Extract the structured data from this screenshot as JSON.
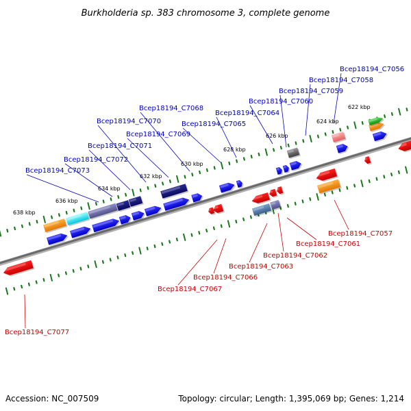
{
  "title": "Burkholderia sp. 383 chromosome 3, complete genome",
  "footer": {
    "accession": "Accession: NC_007509",
    "summary": "Topology: circular; Length: 1,395,069 bp; Genes: 1,214"
  },
  "colors": {
    "top_label": "#0000cc",
    "bottom_label": "#cc0000",
    "tick": "#1a7a1a",
    "axis": "#808080"
  },
  "kbp_labels": [
    "622 kbp",
    "624 kbp",
    "626 kbp",
    "628 kbp",
    "630 kbp",
    "632 kbp",
    "634 kbp",
    "636 kbp",
    "638 kbp"
  ],
  "top_gene_labels": [
    "Bcep18194_C7056",
    "Bcep18194_C7058",
    "Bcep18194_C7059",
    "Bcep18194_C7060",
    "Bcep18194_C7064",
    "Bcep18194_C7065",
    "Bcep18194_C7068",
    "Bcep18194_C7069",
    "Bcep18194_C7070",
    "Bcep18194_C7071",
    "Bcep18194_C7072",
    "Bcep18194_C7073"
  ],
  "bottom_gene_labels": [
    "Bcep18194_C7057",
    "Bcep18194_C7061",
    "Bcep18194_C7062",
    "Bcep18194_C7063",
    "Bcep18194_C7066",
    "Bcep18194_C7067",
    "Bcep18194_C7077"
  ]
}
